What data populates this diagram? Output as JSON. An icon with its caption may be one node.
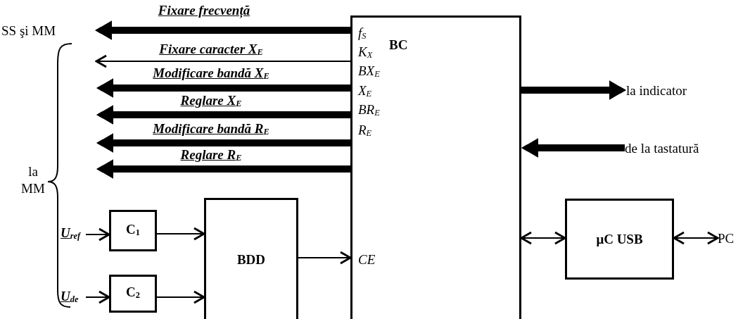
{
  "diagram": {
    "nodes": [
      {
        "text": [
          "BC",
          "f$_{S}$",
          "K$_{X}$",
          "BX$_{E}$",
          "X$_{E}$",
          "BR$_{E}$",
          "R$_{E}$",
          "CE"
        ]
      },
      {
        "text": [
          "SS şi MM"
        ]
      },
      {
        "text": [
          "C$_{1}$"
        ]
      },
      {
        "text": [
          "C$_{2}$"
        ]
      },
      {
        "text": [
          "BDD"
        ]
      },
      {
        "text": [
          "U$_{ref}$"
        ]
      },
      {
        "text": [
          "U$_{de}$"
        ]
      },
      {
        "text": [
          "μC USB"
        ]
      },
      {
        "text": [
          "la indicator"
        ]
      },
      {
        "text": [
          "de la tastatură"
        ]
      },
      {
        "text": [
          "PC"
        ]
      }
    ],
    "edges": [
      {
        "from": 0,
        "to": 1,
        "arrow": "to",
        "label": "Fixare frecvență",
        "style": "thick"
      },
      {
        "from": 0,
        "to": null,
        "arrow": "to",
        "label": "Fixare caracter X$_{E}$"
      },
      {
        "from": 0,
        "to": null,
        "arrow": "to",
        "label": "Modificare bandă X$_{E}$",
        "style": "thick"
      },
      {
        "from": 0,
        "to": null,
        "arrow": "to",
        "label": "Reglare X$_{E}$",
        "style": "thick"
      },
      {
        "from": 0,
        "to": null,
        "arrow": "to",
        "label": "Modificare bandă R$_{E}$",
        "style": "thick"
      },
      {
        "from": 0,
        "to": null,
        "arrow": "to",
        "label": "Reglare R$_{E}$",
        "style": "thick"
      },
      {
        "from": 0,
        "to": 8,
        "arrow": "to",
        "style": "thick"
      },
      {
        "from": 9,
        "to": 0,
        "arrow": "to",
        "style": "thick"
      },
      {
        "from": 5,
        "to": 2,
        "arrow": "to"
      },
      {
        "from": 6,
        "to": 3,
        "arrow": "to"
      },
      {
        "from": 2,
        "to": 4,
        "arrow": "to"
      },
      {
        "from": 3,
        "to": 4,
        "arrow": "to"
      },
      {
        "from": 4,
        "to": 0,
        "arrow": "to"
      },
      {
        "from": 0,
        "to": 7,
        "arrow": "both"
      },
      {
        "from": 7,
        "to": 10,
        "arrow": "both"
      }
    ],
    "labels": [
      "la MM"
    ]
  }
}
